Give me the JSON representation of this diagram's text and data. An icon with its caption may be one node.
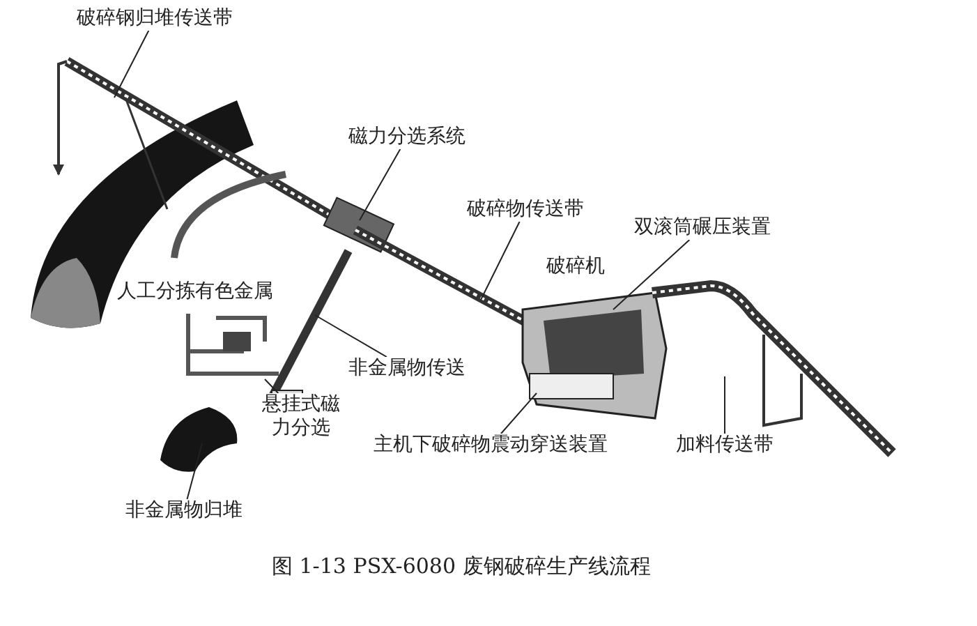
{
  "diagram": {
    "caption": "图 1-13 PSX-6080 废钢破碎生产线流程",
    "nodes": [
      {
        "text": [
          "破碎钢归堆传送带"
        ]
      },
      {
        "text": [
          "磁力分选系统"
        ]
      },
      {
        "text": [
          "破碎物传送带"
        ]
      },
      {
        "text": [
          "双滚筒碾压装置"
        ]
      },
      {
        "text": [
          "非金属物传送"
        ]
      },
      {
        "text": [
          "悬挂式磁力分选"
        ]
      },
      {
        "text": [
          "主机下破碎物震动穿送装置"
        ]
      },
      {
        "text": [
          "加料传送带"
        ]
      },
      {
        "text": [
          "非金属物归堆"
        ]
      }
    ],
    "edges": [
      {
        "from": 0,
        "to": null,
        "arrow": "none"
      },
      {
        "from": 1,
        "to": null,
        "arrow": "none"
      },
      {
        "from": 2,
        "to": null,
        "arrow": "none"
      },
      {
        "from": 3,
        "to": null,
        "arrow": "none"
      },
      {
        "from": 4,
        "to": null,
        "arrow": "none"
      },
      {
        "from": 5,
        "to": null,
        "arrow": "none"
      },
      {
        "from": 6,
        "to": null,
        "arrow": "none"
      },
      {
        "from": 7,
        "to": null,
        "arrow": "none"
      },
      {
        "from": 8,
        "to": null,
        "arrow": "none"
      }
    ],
    "labels": [
      "破碎机",
      "人工分拣有色金属"
    ]
  }
}
